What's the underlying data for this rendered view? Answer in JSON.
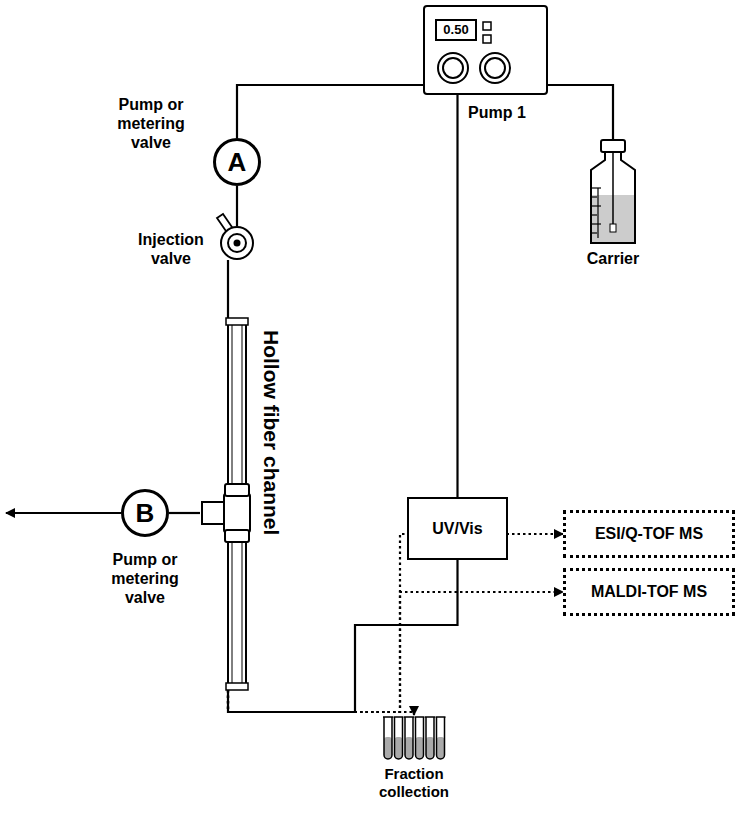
{
  "diagram": {
    "nodes": [
      {
        "text": [
          "Pump or metering valve",
          "A"
        ]
      },
      {
        "text": [
          "0.50",
          "Pump 1"
        ]
      },
      {
        "text": [
          "Carrier"
        ]
      },
      {
        "text": [
          "Injection valve"
        ]
      },
      {
        "text": [
          "Hollow fiber channel"
        ]
      },
      {
        "text": [
          "B",
          "Pump or metering valve"
        ]
      },
      {
        "text": [
          "UV/Vis"
        ]
      },
      {
        "text": [
          "ESI/Q-TOF MS"
        ]
      },
      {
        "text": [
          "MALDI-TOF MS"
        ]
      },
      {
        "text": [
          "Fraction collection"
        ]
      }
    ],
    "edges": [
      {
        "from": 2,
        "to": 1,
        "arrow": "none"
      },
      {
        "from": 1,
        "to": 0,
        "arrow": "none"
      },
      {
        "from": 1,
        "to": 6,
        "arrow": "none"
      },
      {
        "from": 0,
        "to": 3,
        "arrow": "none"
      },
      {
        "from": 3,
        "to": 4,
        "arrow": "none"
      },
      {
        "from": 4,
        "to": 5,
        "arrow": "none"
      },
      {
        "from": 4,
        "to": 6,
        "arrow": "none"
      },
      {
        "from": 4,
        "to": 7,
        "arrow": "to"
      },
      {
        "from": 4,
        "to": 8,
        "arrow": "to"
      },
      {
        "from": 4,
        "to": 9,
        "arrow": "to"
      }
    ]
  }
}
